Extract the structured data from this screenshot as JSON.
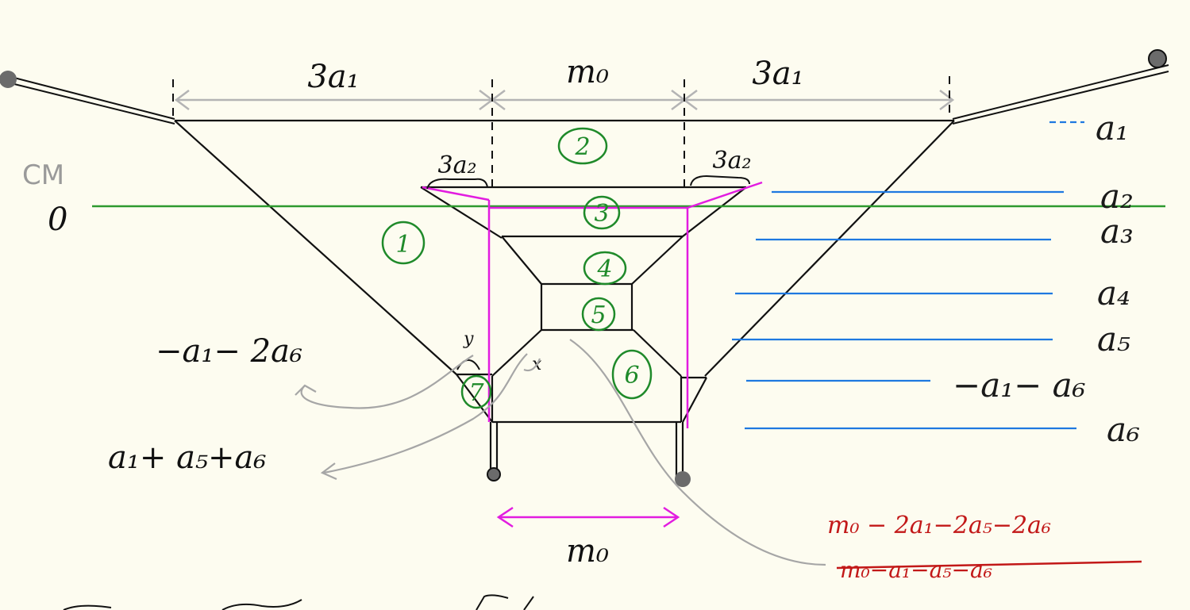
{
  "labels": {
    "top_left_width": "3a₁",
    "top_mid_width": "m₀",
    "top_right_width": "3a₁",
    "left_inner_width": "3a₂",
    "right_inner_width": "3a₂",
    "cm": "CM",
    "zero": "0",
    "bottom_width": "m₀",
    "left_top_expr": "−a₁− 2a₆",
    "left_bottom_expr": "a₁+ a₅+a₆",
    "y_mark": "y",
    "x_mark": "x",
    "mid_right_expr": "−a₁− a₆",
    "red_expr": "m₀ − 2a₁−2a₅−2a₆",
    "struck_expr": "m₀−a₁−a₅−a₆"
  },
  "levels": [
    "a₁",
    "a₂",
    "a₃",
    "a₄",
    "a₅",
    "a₆"
  ],
  "regions": [
    "1",
    "2",
    "3",
    "4",
    "5",
    "6",
    "7"
  ],
  "colors": {
    "outline": "#111111",
    "dimension": "#b4b4b4",
    "magenta": "#e21ce0",
    "green_axis": "#2e9a2e",
    "blue_level": "#1e78e0",
    "red_text": "#c21818",
    "pivot": "#6b6b6b"
  }
}
